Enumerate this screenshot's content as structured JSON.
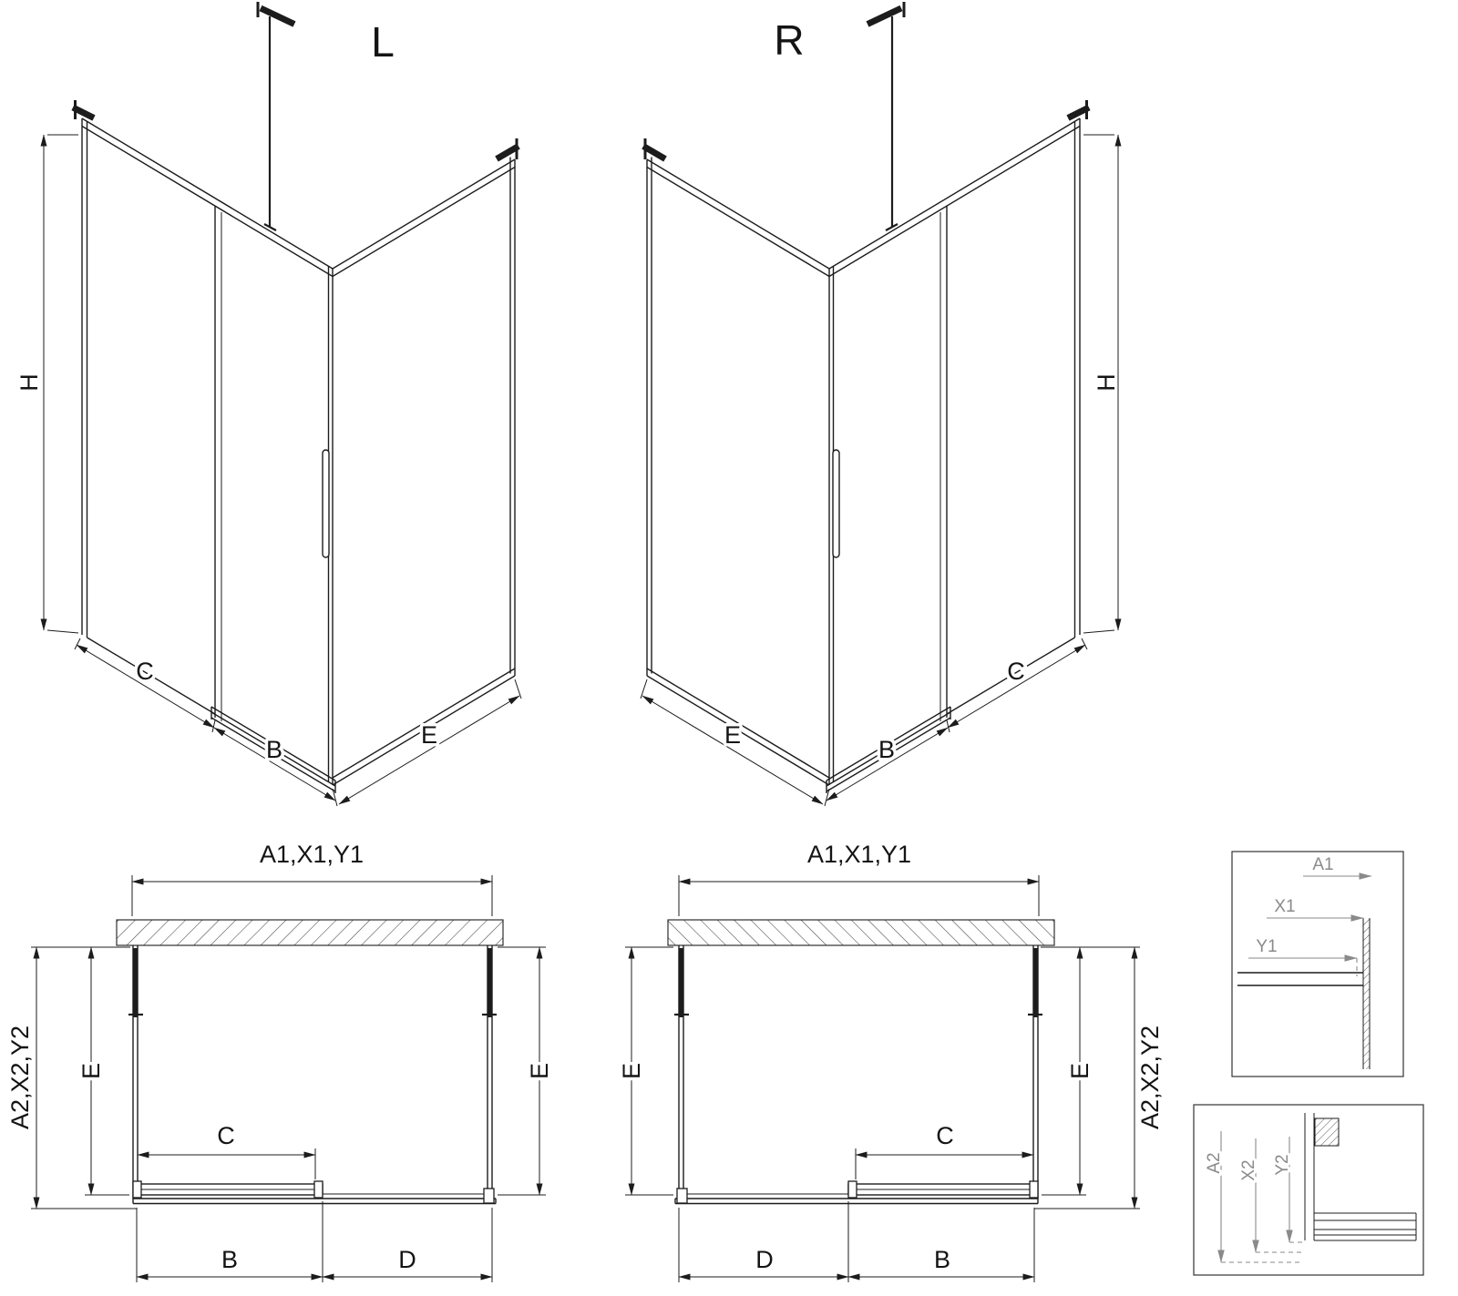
{
  "views": {
    "iso_left": {
      "label": "L",
      "h": "H",
      "c": "C",
      "b": "B",
      "e": "E"
    },
    "iso_right": {
      "label": "R",
      "h": "H",
      "c": "C",
      "b": "B",
      "e": "E"
    },
    "plan_left": {
      "top": "A1,X1,Y1",
      "side": "A2,X2,Y2",
      "e_left": "E",
      "e_right": "E",
      "c": "C",
      "b": "B",
      "d": "D"
    },
    "plan_right": {
      "top": "A1,X1,Y1",
      "side": "A2,X2,Y2",
      "e_left": "E",
      "e_right": "E",
      "c": "C",
      "b": "B",
      "d": "D"
    },
    "detail_top": {
      "a1": "A1",
      "x1": "X1",
      "y1": "Y1"
    },
    "detail_bottom": {
      "a2": "A2",
      "x2": "X2",
      "y2": "Y2"
    }
  },
  "colors": {
    "line": "#1c1c1c",
    "detail_dim": "#8a8a8a",
    "background": "#ffffff"
  }
}
